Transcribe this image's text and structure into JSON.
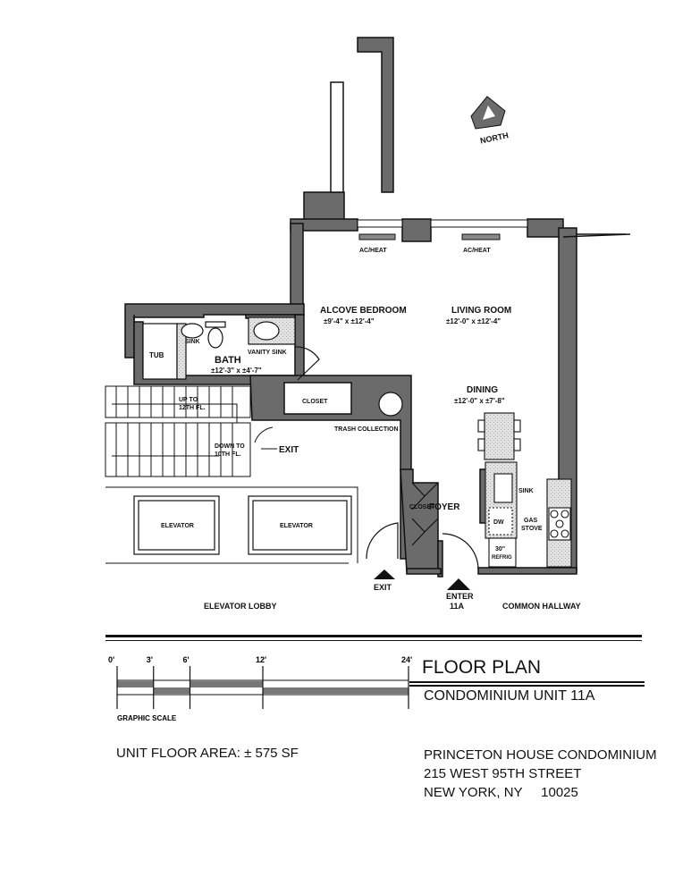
{
  "compass": {
    "label": "NORTH"
  },
  "rooms": {
    "alcove_bedroom": {
      "name": "ALCOVE BEDROOM",
      "dims": "±9'-4\" x ±12'-4\""
    },
    "living_room": {
      "name": "LIVING ROOM",
      "dims": "±12'-0\" x ±12'-4\""
    },
    "dining": {
      "name": "DINING",
      "dims": "±12'-0\" x ±7'-8\""
    },
    "bath": {
      "name": "BATH",
      "dims": "±12'-3\" x ±4'-7\""
    },
    "foyer": {
      "name": "FOYER"
    }
  },
  "fixtures": {
    "ac_heat_1": "AC/HEAT",
    "ac_heat_2": "AC/HEAT",
    "tub": "TUB",
    "sink_bath": "SINK",
    "vanity_sink": "VANITY SINK",
    "closet_1": "CLOSET",
    "closet_2": "CLOSET",
    "trash": "TRASH COLLECTION",
    "sink_kitchen": "SINK",
    "dw": "DW",
    "gas_stove": [
      "GAS",
      "STOVE"
    ],
    "refrig": [
      "30\"",
      "REFRIG"
    ]
  },
  "building": {
    "stairs_up": [
      "UP TO",
      "12TH FL."
    ],
    "stairs_down": [
      "DOWN TO",
      "10TH FL."
    ],
    "exit_arrow": "EXIT",
    "elevator_1": "ELEVATOR",
    "elevator_2": "ELEVATOR",
    "exit_door": "EXIT",
    "enter": [
      "ENTER",
      "11A"
    ],
    "elevator_lobby": "ELEVATOR LOBBY",
    "common_hallway": "COMMON HALLWAY"
  },
  "scale": {
    "ticks": [
      "0'",
      "3'",
      "6'",
      "12'",
      "24'"
    ],
    "tick_values": [
      0,
      3,
      6,
      12,
      24
    ],
    "label": "GRAPHIC SCALE"
  },
  "title": {
    "main": "FLOOR PLAN",
    "sub": "CONDOMINIUM UNIT 11A"
  },
  "area": "UNIT FLOOR AREA: ± 575 SF",
  "address": [
    "PRINCETON HOUSE CONDOMINIUM",
    "215 WEST 95TH STREET",
    "NEW YORK, NY     10025"
  ],
  "colors": {
    "wall": "#6b6b6b",
    "hatch": "#d6d6d6",
    "line": "#111111"
  }
}
